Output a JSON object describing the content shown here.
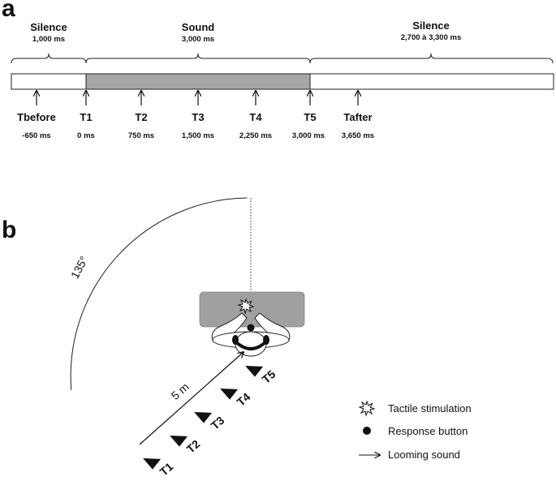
{
  "panel_a": {
    "letter": "a",
    "phases": [
      {
        "label": "Silence",
        "duration": "1,000 ms"
      },
      {
        "label": "Sound",
        "duration": "3,000 ms"
      },
      {
        "label": "Silence",
        "duration": "2,700 à 3,300 ms"
      }
    ],
    "timepoints": [
      {
        "label": "Tbefore",
        "time": "-650 ms"
      },
      {
        "label": "T1",
        "time": "0 ms"
      },
      {
        "label": "T2",
        "time": "750 ms"
      },
      {
        "label": "T3",
        "time": "1,500 ms"
      },
      {
        "label": "T4",
        "time": "2,250 ms"
      },
      {
        "label": "T5",
        "time": "3,000 ms"
      },
      {
        "label": "Tafter",
        "time": "3,650 ms"
      }
    ],
    "colors": {
      "sound_bar": "#a6a6a6",
      "line": "#222222"
    }
  },
  "panel_b": {
    "letter": "b",
    "angle_label": "135°",
    "distance_label": "5 m",
    "speakers": [
      "T1",
      "T2",
      "T3",
      "T4",
      "T5"
    ],
    "colors": {
      "table": "#a0a0a0"
    },
    "legend": [
      {
        "icon": "tactile-stimulation-icon",
        "label": "Tactile stimulation"
      },
      {
        "icon": "response-button-icon",
        "label": "Response button"
      },
      {
        "icon": "looming-sound-arrow-icon",
        "label": "Looming sound"
      }
    ]
  }
}
